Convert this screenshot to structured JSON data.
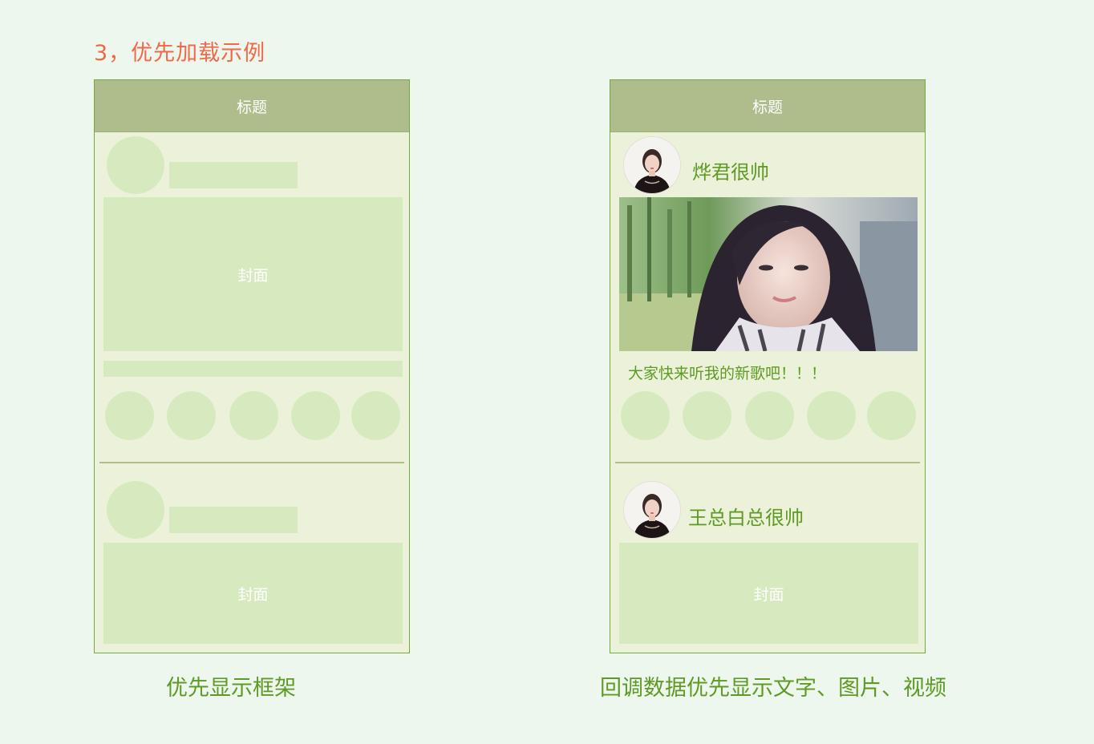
{
  "heading": "3，优先加载示例",
  "left_phone": {
    "title": "标题",
    "cover_label_1": "封面",
    "cover_label_2": "封面"
  },
  "right_phone": {
    "title": "标题",
    "post_1": {
      "username": "烨君很帅",
      "caption": "大家快来听我的新歌吧！！！"
    },
    "post_2": {
      "username": "王总白总很帅",
      "cover_label": "封面"
    }
  },
  "footer_left": "优先显示框架",
  "footer_right": "回调数据优先显示文字、图片、视频",
  "colors": {
    "heading": "#ee6a4a",
    "text_green": "#5f9a25",
    "titlebar": "#aebd8b",
    "placeholder": "#d7eabf",
    "phone_bg": "#ecf2d9",
    "page_bg": "#eef7ee"
  }
}
